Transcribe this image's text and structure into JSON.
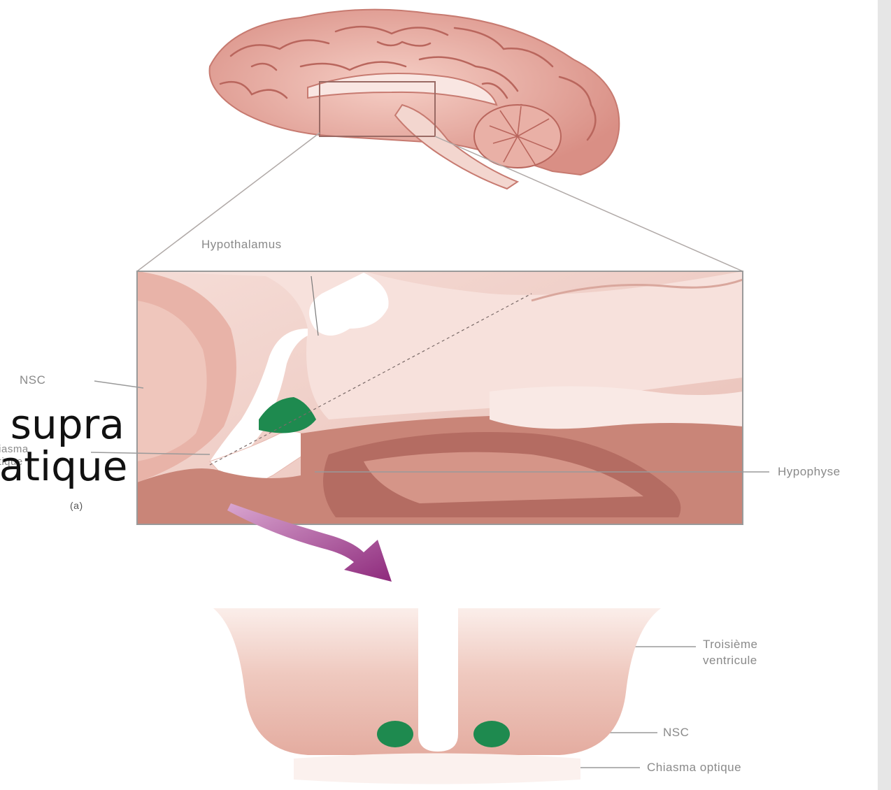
{
  "labels": {
    "hypothalamus": "Hypothalamus",
    "nsc_left": "NSC",
    "chiasma_left_line1": "Chiasma",
    "chiasma_left_line2": "optique",
    "panel_a": "(a)",
    "hypophyse": "Hypophyse",
    "troisieme_line1": "Troisième",
    "troisieme_line2": "ventricule",
    "nsc_right": "NSC",
    "chiasma_optique": "Chiasma optique"
  },
  "overlay": {
    "line1": "x supra",
    "line2": "natique"
  },
  "colors": {
    "brain_tissue": "#e7aaa0",
    "nsc_green": "#1e8a4f",
    "arrow_purple": "#9b2f86",
    "label_gray": "#8a8a8a"
  }
}
